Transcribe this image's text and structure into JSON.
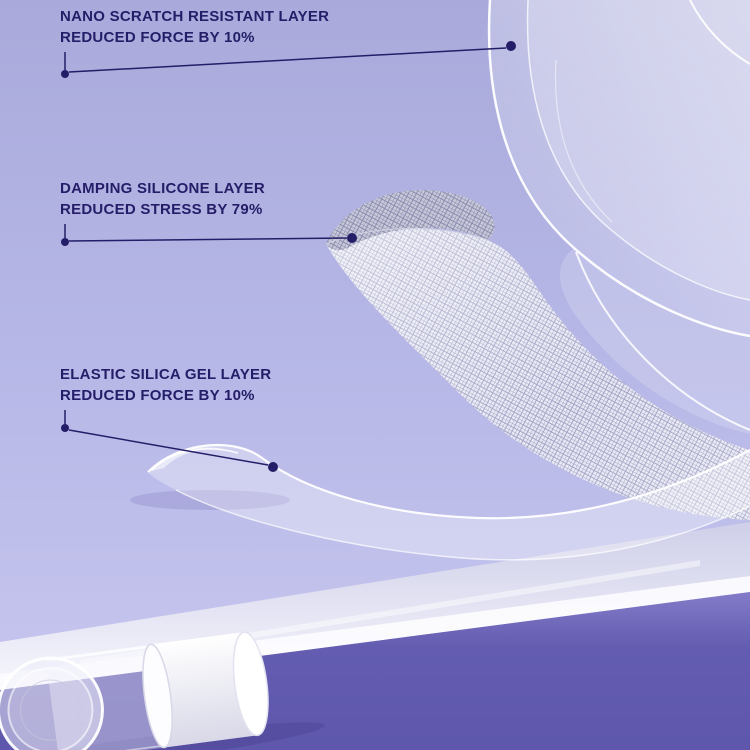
{
  "callouts": [
    {
      "title": "NANO SCRATCH RESISTANT LAYER",
      "subtitle": "REDUCED FORCE BY 10%"
    },
    {
      "title": "DAMPING SILICONE LAYER",
      "subtitle": "REDUCED STRESS BY 79%"
    },
    {
      "title": "ELASTIC SILICA GEL LAYER",
      "subtitle": "REDUCED FORCE BY 10%"
    }
  ],
  "icons": [
    {
      "name": "callout-dot",
      "shape": "filled-circle"
    }
  ],
  "colors": {
    "ink": "#241d68",
    "background_top": "#a9aadb",
    "background_mid": "#b7b8e7",
    "background_low": "#c9c8f0",
    "surface_light": "#f6f6fc",
    "surface_dark": "#5c55a7",
    "mesh_gray": "#9899bc",
    "glass_white": "#ffffff"
  }
}
